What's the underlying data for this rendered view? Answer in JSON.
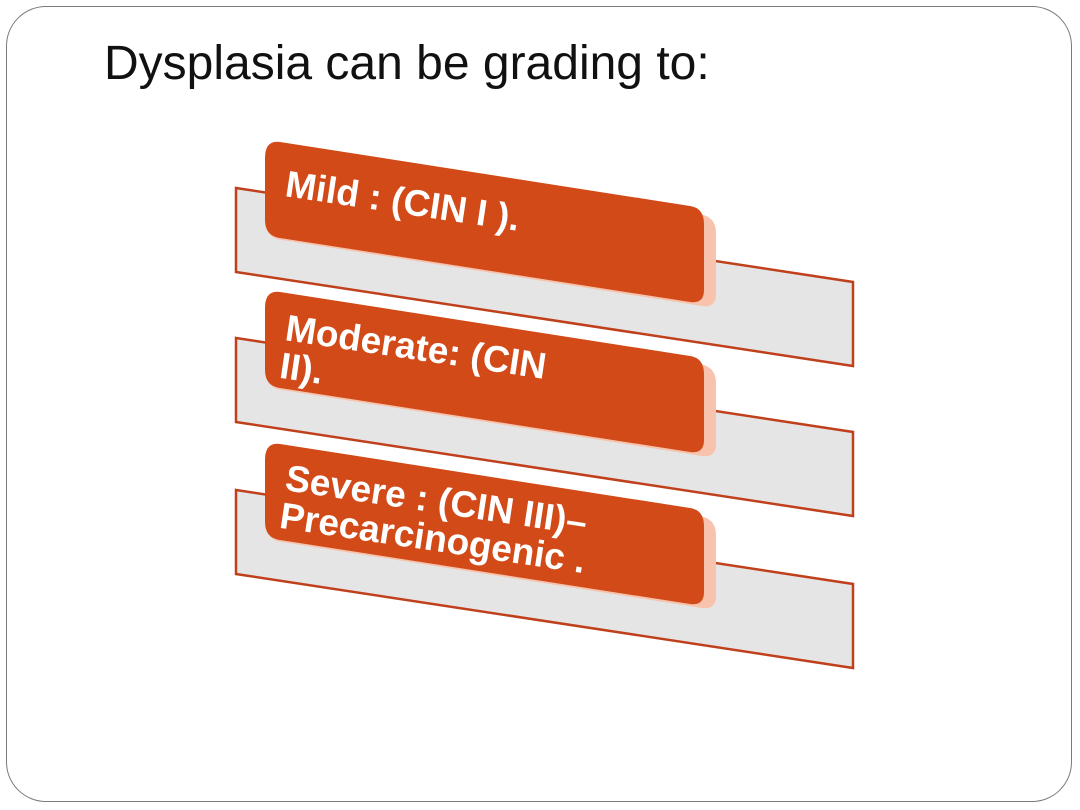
{
  "title": "Dysplasia can be grading to:",
  "diagram": {
    "type": "stacked-list",
    "items": [
      {
        "id": "mild",
        "lines": [
          "Mild : (CIN I )."
        ]
      },
      {
        "id": "moderate",
        "lines": [
          "Moderate: (CIN",
          "II)."
        ]
      },
      {
        "id": "severe",
        "lines": [
          "Severe : (CIN III)–",
          "Precarcinogenic ."
        ]
      }
    ],
    "colors": {
      "card_fill": "#d24a18",
      "card_border": "#f7c3ad",
      "tab_fill": "#e5e5e5",
      "tab_border": "#c0401c",
      "text": "#ffffff"
    }
  }
}
